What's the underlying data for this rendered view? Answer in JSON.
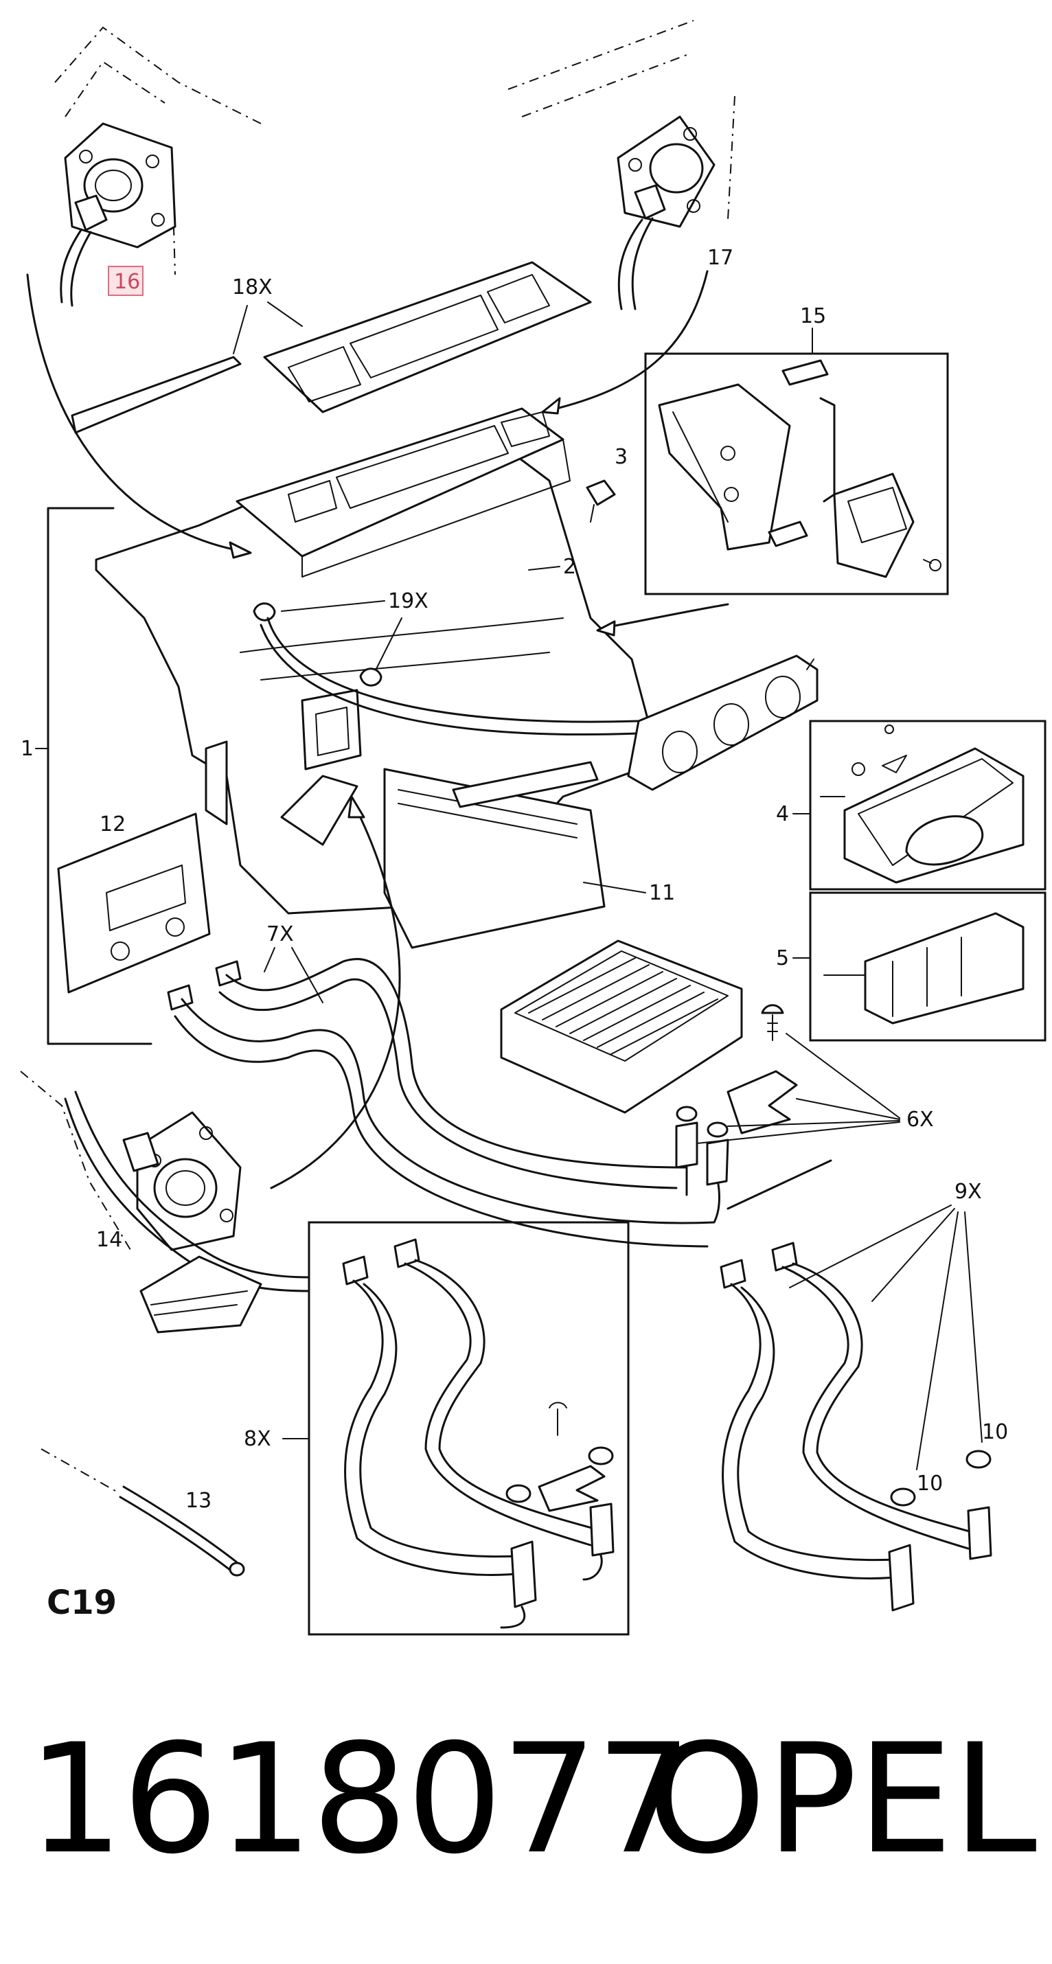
{
  "diagram": {
    "labels": {
      "l1": "1",
      "l2": "2",
      "l3": "3",
      "l4": "4",
      "l5": "5",
      "l6x": "6X",
      "l7x": "7X",
      "l8x": "8X",
      "l9x": "9X",
      "l10a": "10",
      "l10b": "10",
      "l11": "11",
      "l12": "12",
      "l13": "13",
      "l14": "14",
      "l15": "15",
      "l16": "16",
      "l17": "17",
      "l18x": "18X",
      "l19x": "19X"
    },
    "page_code": "C19",
    "highlight_color": "#e36b80"
  },
  "footer": {
    "part_number": "1618077",
    "brand": "OPEL"
  }
}
